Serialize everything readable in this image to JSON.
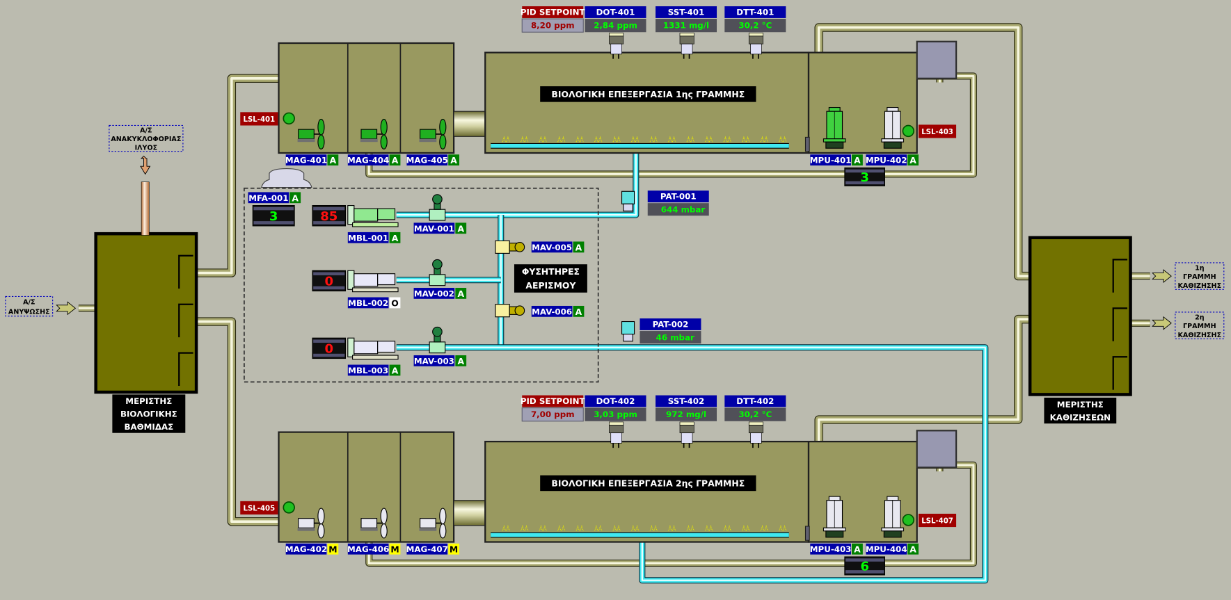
{
  "colors": {
    "background": "#bbbbaf",
    "splitter_fill": "#727200",
    "tank_fill": "#999960",
    "tag_blue": "#0000a8",
    "alarm_red": "#a00000",
    "value_green": "#00ff00",
    "mode_auto": "#008000",
    "mode_manual": "#ffff00",
    "air_pipe": "#40e8f0",
    "water_pipe": "#e8e8c0"
  },
  "inlets": {
    "lift_station": [
      "Α/Σ",
      "ΑΝΥΨΩΣΗΣ"
    ],
    "sludge_recirculation": [
      "Α/Σ",
      "ΑΝΑΚΥΚΛΟΦΟΡΙΑΣ",
      "ΙΛΥΟΣ"
    ]
  },
  "outlets": [
    [
      "1η",
      "ΓΡΑΜΜΗ",
      "ΚΑΘΙΖΗΣΗΣ"
    ],
    [
      "2η",
      "ΓΡΑΜΜΗ",
      "ΚΑΘΙΖΗΣΗΣ"
    ]
  ],
  "splitters": {
    "biological": [
      "ΜΕΡΙΣΤΗΣ",
      "ΒΙΟΛΟΓΙΚΗΣ",
      "ΒΑΘΜΙΔΑΣ"
    ],
    "clarifiers": [
      "ΜΕΡΙΣΤΗΣ",
      "ΚΑΘΙΖΗΣΕΩΝ"
    ]
  },
  "lines": [
    {
      "title": "ΒΙΟΛΟΓΙΚΗ ΕΠΕΞΕΡΓΑΣΙΑ 1ης ΓΡΑΜΜΗΣ",
      "pid": {
        "label": "PID SETPOINT",
        "value": "8,20  ppm"
      },
      "instruments": [
        {
          "tag": "DOT-401",
          "value": "2,84  ppm"
        },
        {
          "tag": "SST-401",
          "value": "1331  mg/l"
        },
        {
          "tag": "DTT-401",
          "value": "30,2   °C"
        }
      ],
      "lsl_left": "LSL-401",
      "lsl_right": "LSL-403",
      "mixers": [
        {
          "tag": "MAG-401",
          "mode": "A",
          "running": true
        },
        {
          "tag": "MAG-404",
          "mode": "A",
          "running": true
        },
        {
          "tag": "MAG-405",
          "mode": "A",
          "running": true
        }
      ],
      "pumps": [
        {
          "tag": "MPU-401",
          "mode": "A",
          "running": true
        },
        {
          "tag": "MPU-402",
          "mode": "A",
          "running": false
        }
      ],
      "pump_counter": "3"
    },
    {
      "title": "ΒΙΟΛΟΓΙΚΗ ΕΠΕΞΕΡΓΑΣΙΑ 2ης ΓΡΑΜΜΗΣ",
      "pid": {
        "label": "PID SETPOINT",
        "value": "7,00  ppm"
      },
      "instruments": [
        {
          "tag": "DOT-402",
          "value": "3,03  ppm"
        },
        {
          "tag": "SST-402",
          "value": "972  mg/l"
        },
        {
          "tag": "DTT-402",
          "value": "30,2   °C"
        }
      ],
      "lsl_left": "LSL-405",
      "lsl_right": "LSL-407",
      "mixers": [
        {
          "tag": "MAG-402",
          "mode": "M",
          "running": false
        },
        {
          "tag": "MAG-406",
          "mode": "M",
          "running": false
        },
        {
          "tag": "MAG-407",
          "mode": "M",
          "running": false
        }
      ],
      "pumps": [
        {
          "tag": "MPU-403",
          "mode": "A",
          "running": false
        },
        {
          "tag": "MPU-404",
          "mode": "A",
          "running": false
        }
      ],
      "pump_counter": "6"
    }
  ],
  "blowers": {
    "title": [
      "ΦΥΣΗΤΗΡΕΣ",
      "ΑΕΡΙΣΜΟΥ"
    ],
    "fan": {
      "tag": "MFA-001",
      "mode": "A",
      "value": "3"
    },
    "units": [
      {
        "tag": "MBL-001",
        "mode": "A",
        "speed": "85",
        "running": true
      },
      {
        "tag": "MBL-002",
        "mode": "O",
        "speed": "0",
        "running": false
      },
      {
        "tag": "MBL-003",
        "mode": "A",
        "speed": "0",
        "running": false
      }
    ],
    "valves": [
      {
        "tag": "MAV-001",
        "mode": "A"
      },
      {
        "tag": "MAV-002",
        "mode": "A"
      },
      {
        "tag": "MAV-003",
        "mode": "A"
      },
      {
        "tag": "MAV-005",
        "mode": "A"
      },
      {
        "tag": "MAV-006",
        "mode": "A"
      }
    ],
    "pressure": [
      {
        "tag": "PAT-001",
        "value": "644  mbar"
      },
      {
        "tag": "PAT-002",
        "value": "46  mbar"
      }
    ]
  }
}
